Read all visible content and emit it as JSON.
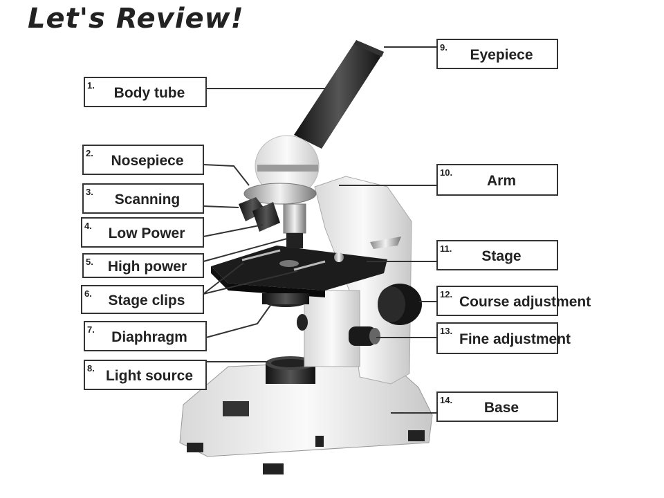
{
  "title": "Let's Review!",
  "labels": [
    {
      "num": "1.",
      "text": "Body tube"
    },
    {
      "num": "2.",
      "text": "Nosepiece"
    },
    {
      "num": "3.",
      "text": "Scanning"
    },
    {
      "num": "4.",
      "text": "Low Power"
    },
    {
      "num": "5.",
      "text": "High power"
    },
    {
      "num": "6.",
      "text": "Stage clips"
    },
    {
      "num": "7.",
      "text": "Diaphragm"
    },
    {
      "num": "8.",
      "text": "Light source"
    },
    {
      "num": "9.",
      "text": "Eyepiece"
    },
    {
      "num": "10.",
      "text": "Arm"
    },
    {
      "num": "11.",
      "text": "Stage"
    },
    {
      "num": "12.",
      "text": "Course adjustment"
    },
    {
      "num": "13.",
      "text": "Fine adjustment"
    },
    {
      "num": "14.",
      "text": "Base"
    }
  ]
}
